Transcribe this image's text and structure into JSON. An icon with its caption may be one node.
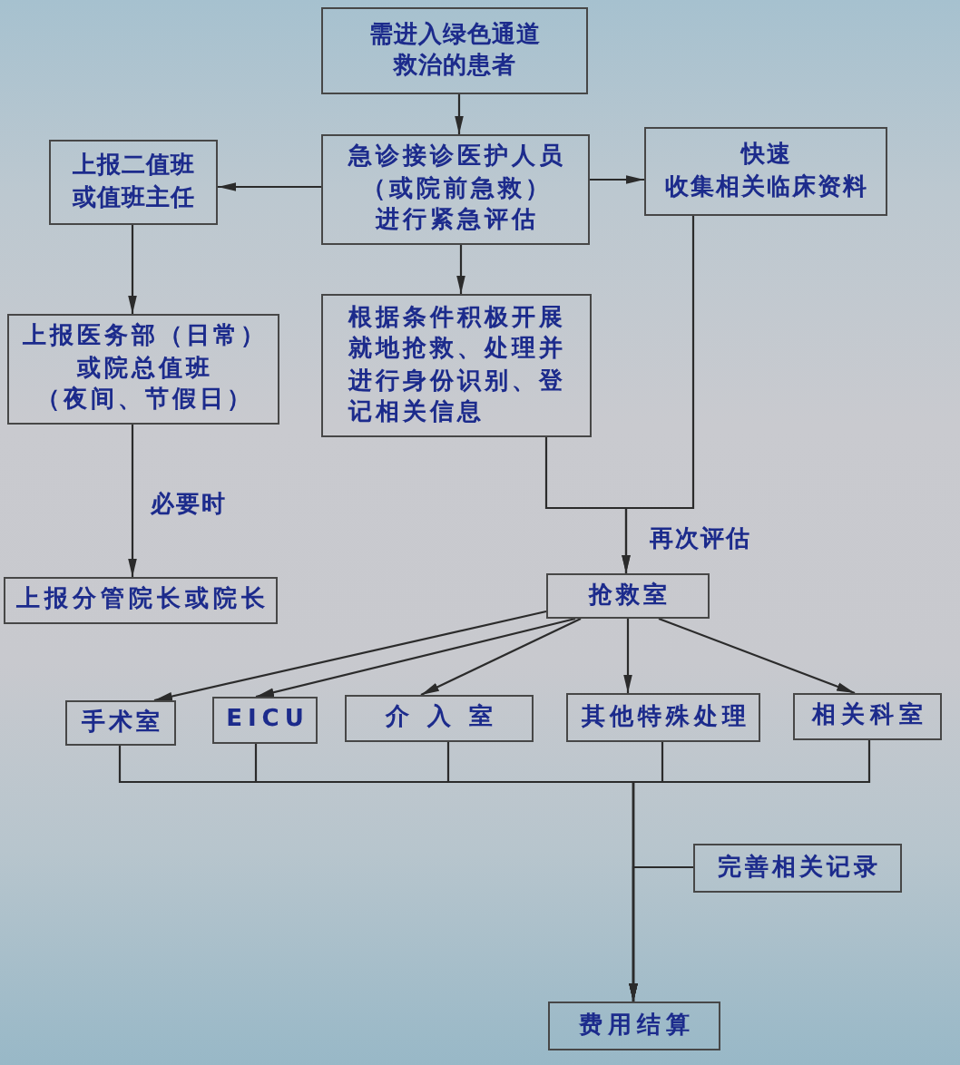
{
  "diagram": {
    "nodes": [
      {
        "text": [
          "需进入绿色通道救治的患者"
        ]
      },
      {
        "text": [
          "上报二值班或值班主任"
        ]
      },
      {
        "text": [
          "急诊接诊医护人员（或院前急救）进行紧急评估"
        ]
      },
      {
        "text": [
          "快速收集相关临床资料"
        ]
      },
      {
        "text": [
          "上报医务部（日常）或院总值班（夜间、节假日）"
        ]
      },
      {
        "text": [
          "根据条件积极开展就地抢救、处理并进行身份识别、登记相关信息"
        ]
      },
      {
        "text": [
          "上报分管院长或院长"
        ]
      },
      {
        "text": [
          "抢救室"
        ]
      },
      {
        "text": [
          "手术室"
        ]
      },
      {
        "text": [
          "EICU"
        ]
      },
      {
        "text": [
          "介入室"
        ]
      },
      {
        "text": [
          "其他特殊处理"
        ]
      },
      {
        "text": [
          "相关科室"
        ]
      },
      {
        "text": [
          "完善相关记录"
        ]
      },
      {
        "text": [
          "费用结算"
        ]
      }
    ],
    "edges": [
      {
        "from": 0,
        "to": 2,
        "arrow": "to"
      },
      {
        "from": 2,
        "to": 1,
        "arrow": "to"
      },
      {
        "from": 2,
        "to": 3,
        "arrow": "to"
      },
      {
        "from": 1,
        "to": 4,
        "arrow": "to"
      },
      {
        "from": 2,
        "to": 5,
        "arrow": "to"
      },
      {
        "from": 4,
        "to": 6,
        "arrow": "to",
        "label": "必要时"
      },
      {
        "from": 5,
        "to": 7,
        "arrow": "to"
      },
      {
        "from": 3,
        "to": 7,
        "arrow": "to"
      },
      {
        "from": 7,
        "to": 8,
        "arrow": "to"
      },
      {
        "from": 7,
        "to": 9,
        "arrow": "to"
      },
      {
        "from": 7,
        "to": 10,
        "arrow": "to"
      },
      {
        "from": 7,
        "to": 11,
        "arrow": "to"
      },
      {
        "from": 7,
        "to": 12,
        "arrow": "to"
      },
      {
        "from": 8,
        "to": 14,
        "arrow": "to"
      },
      {
        "from": 9,
        "to": 14,
        "arrow": "to"
      },
      {
        "from": 10,
        "to": 14,
        "arrow": "to"
      },
      {
        "from": 11,
        "to": 14,
        "arrow": "to"
      },
      {
        "from": 12,
        "to": 14,
        "arrow": "to"
      },
      {
        "from": 13,
        "to": 14,
        "arrow": "to"
      }
    ],
    "labels": [
      "再次评估"
    ]
  }
}
